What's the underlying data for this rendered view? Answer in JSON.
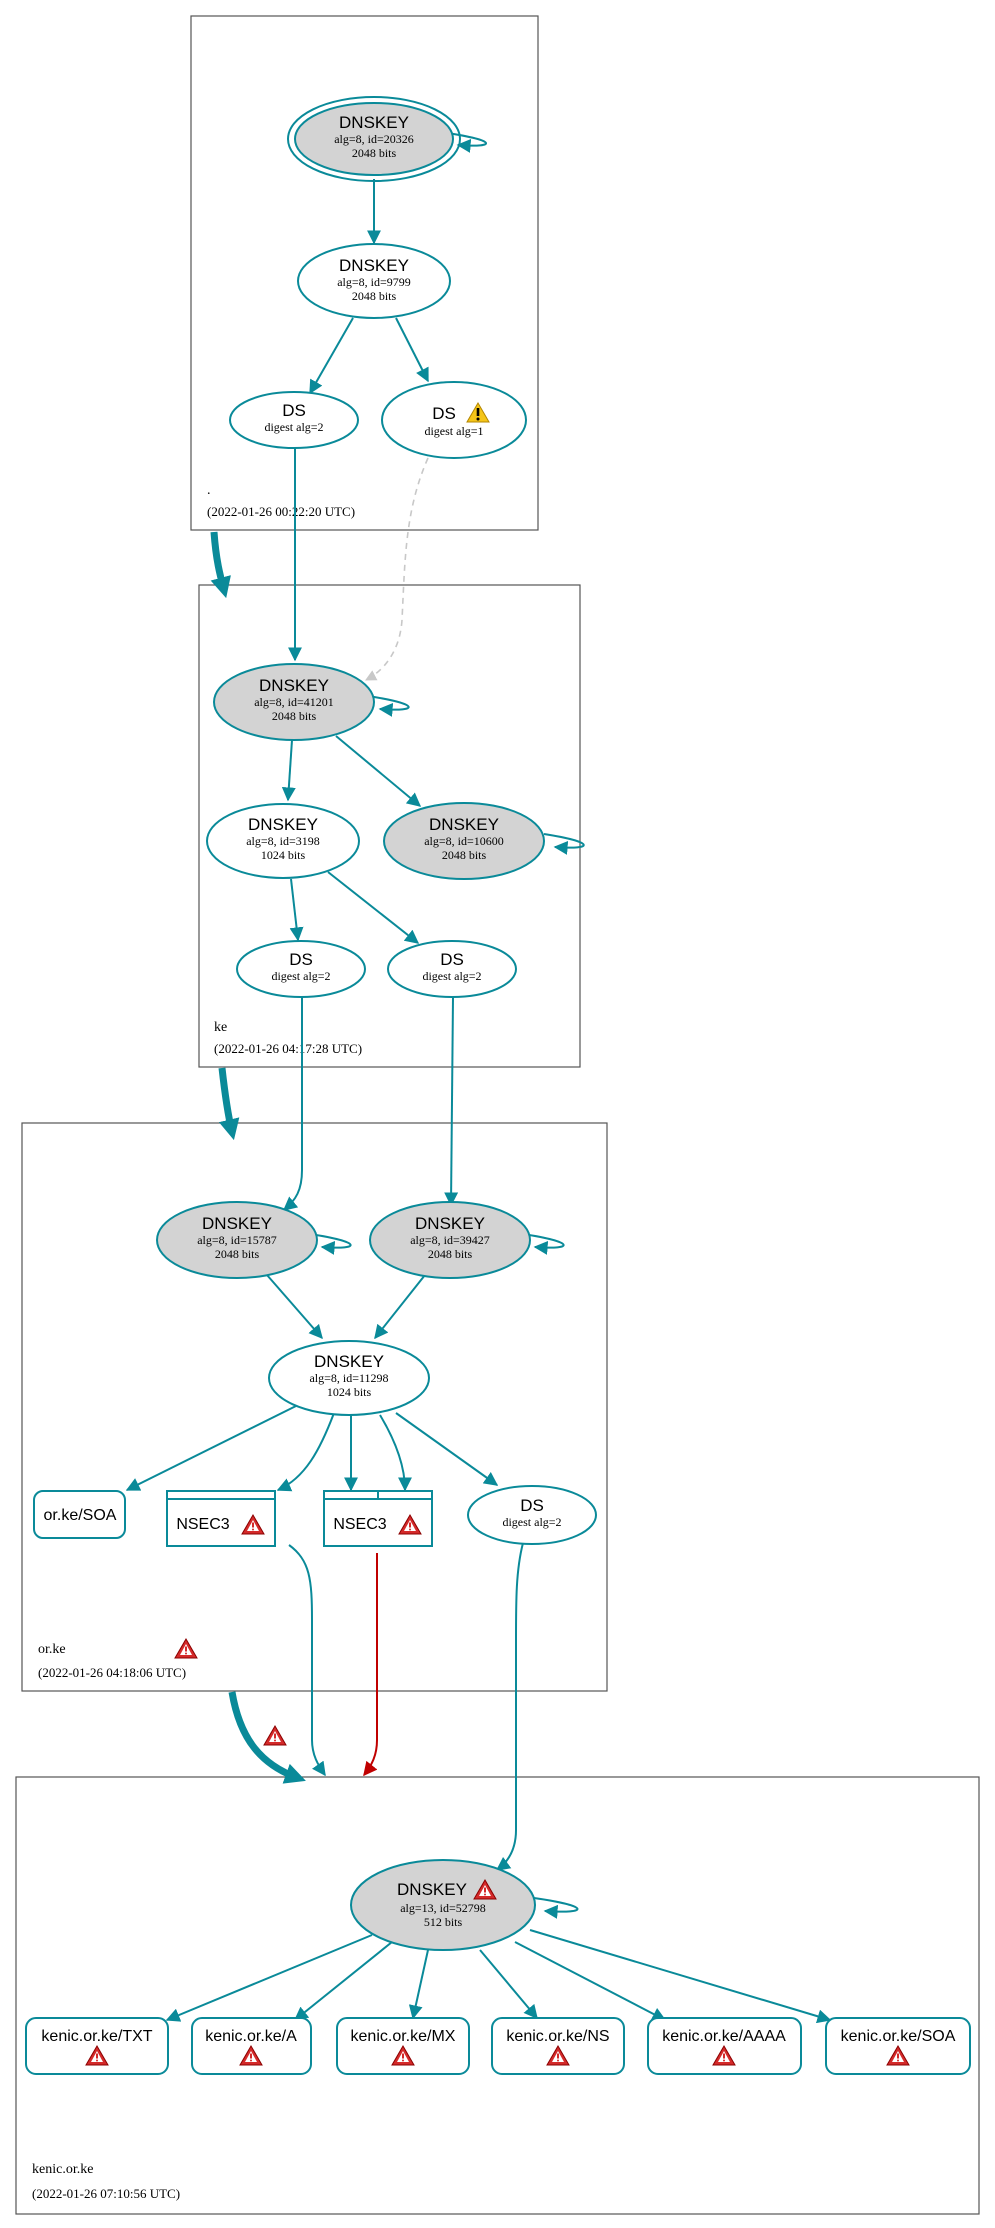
{
  "colors": {
    "edge": "#0a8a99",
    "edge_error": "#c00000",
    "edge_ignored": "#c8c8c8",
    "key_fill": "#d3d3d3",
    "warning": "#f5c518",
    "error": "#d42a2a"
  },
  "icons": {
    "warning": "warning-triangle-icon",
    "error": "error-triangle-icon"
  },
  "zones": {
    "root": {
      "name": ".",
      "timestamp": "(2022-01-26 00:22:20 UTC)"
    },
    "ke": {
      "name": "ke",
      "timestamp": "(2022-01-26 04:17:28 UTC)"
    },
    "orke": {
      "name": "or.ke",
      "timestamp": "(2022-01-26 04:18:06 UTC)"
    },
    "kenic": {
      "name": "kenic.or.ke",
      "timestamp": "(2022-01-26 07:10:56 UTC)"
    }
  },
  "nodes": {
    "root_ksk": {
      "title": "DNSKEY",
      "detail": "alg=8, id=20326",
      "bits": "2048 bits"
    },
    "root_zsk": {
      "title": "DNSKEY",
      "detail": "alg=8, id=9799",
      "bits": "2048 bits"
    },
    "root_ds2": {
      "title": "DS",
      "detail": "digest alg=2"
    },
    "root_ds1": {
      "title": "DS",
      "detail": "digest alg=1"
    },
    "ke_ksk1": {
      "title": "DNSKEY",
      "detail": "alg=8, id=41201",
      "bits": "2048 bits"
    },
    "ke_zsk": {
      "title": "DNSKEY",
      "detail": "alg=8, id=3198",
      "bits": "1024 bits"
    },
    "ke_ksk2": {
      "title": "DNSKEY",
      "detail": "alg=8, id=10600",
      "bits": "2048 bits"
    },
    "ke_ds_a": {
      "title": "DS",
      "detail": "digest alg=2"
    },
    "ke_ds_b": {
      "title": "DS",
      "detail": "digest alg=2"
    },
    "or_ksk1": {
      "title": "DNSKEY",
      "detail": "alg=8, id=15787",
      "bits": "2048 bits"
    },
    "or_ksk2": {
      "title": "DNSKEY",
      "detail": "alg=8, id=39427",
      "bits": "2048 bits"
    },
    "or_zsk": {
      "title": "DNSKEY",
      "detail": "alg=8, id=11298",
      "bits": "1024 bits"
    },
    "or_soa": {
      "title": "or.ke/SOA"
    },
    "or_nsec3_a": {
      "title": "NSEC3"
    },
    "or_nsec3_b": {
      "title": "NSEC3"
    },
    "or_ds": {
      "title": "DS",
      "detail": "digest alg=2"
    },
    "kenic_key": {
      "title": "DNSKEY",
      "detail": "alg=13, id=52798",
      "bits": "512 bits"
    }
  },
  "records": [
    "kenic.or.ke/TXT",
    "kenic.or.ke/A",
    "kenic.or.ke/MX",
    "kenic.or.ke/NS",
    "kenic.or.ke/AAAA",
    "kenic.or.ke/SOA"
  ]
}
